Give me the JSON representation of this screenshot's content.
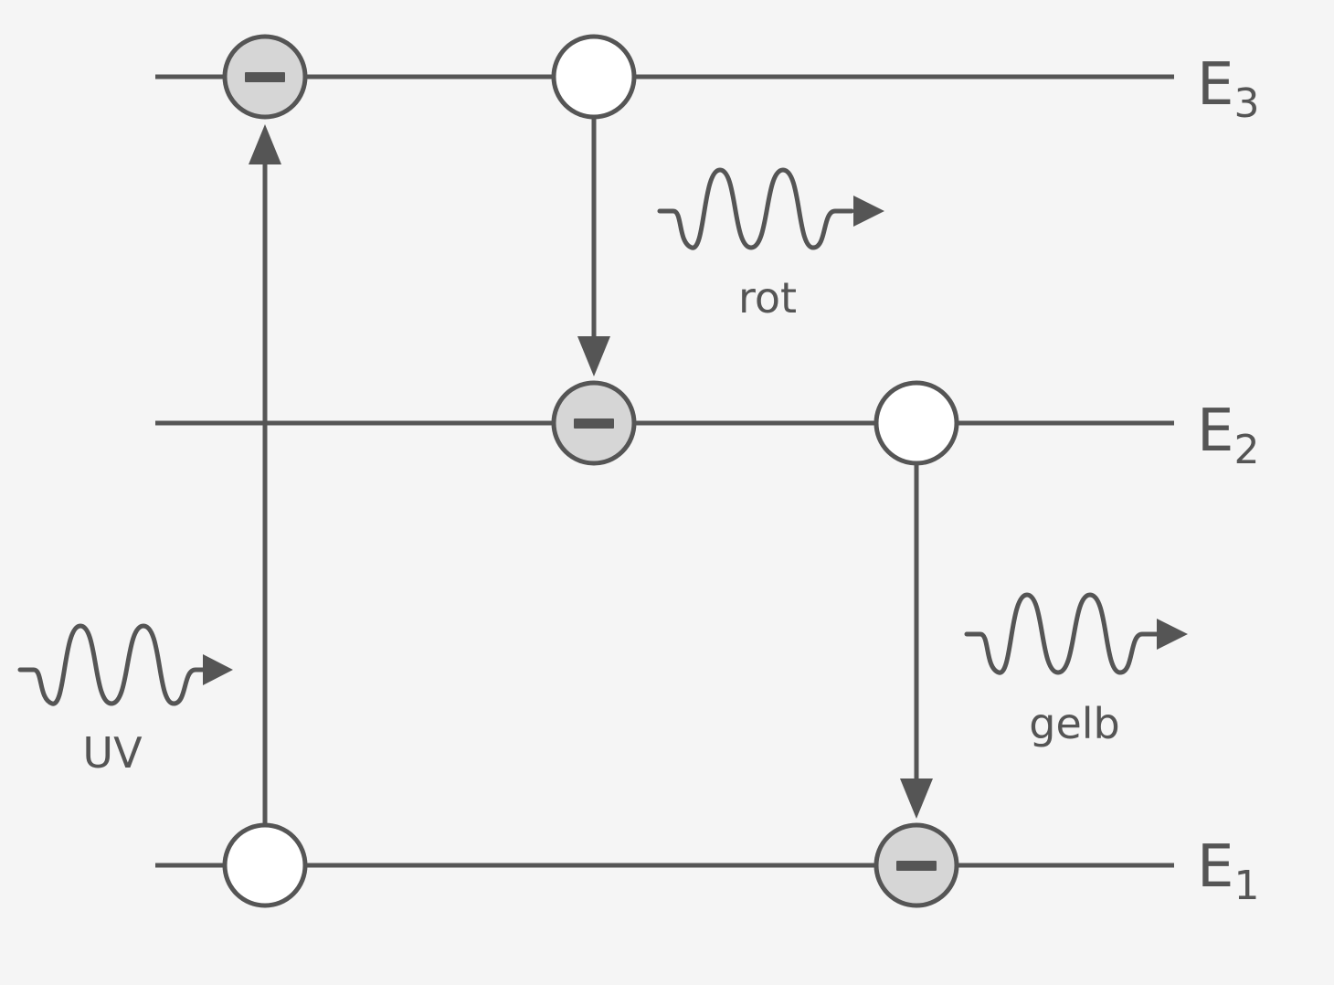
{
  "colors": {
    "background": "#f5f5f5",
    "stroke": "#555555",
    "occupied_fill": "#d6d6d6",
    "empty_fill": "#ffffff"
  },
  "levels": {
    "e3": {
      "letter": "E",
      "sub": "3"
    },
    "e2": {
      "letter": "E",
      "sub": "2"
    },
    "e1": {
      "letter": "E",
      "sub": "1"
    }
  },
  "photons": {
    "uv": {
      "label": "UV",
      "direction": "incoming"
    },
    "red": {
      "label": "rot",
      "direction": "emitted"
    },
    "yellow": {
      "label": "gelb",
      "direction": "emitted"
    }
  },
  "transitions": [
    {
      "from": "E1",
      "to": "E3",
      "photon": "UV",
      "type": "absorption"
    },
    {
      "from": "E3",
      "to": "E2",
      "photon": "rot",
      "type": "emission"
    },
    {
      "from": "E2",
      "to": "E1",
      "photon": "gelb",
      "type": "emission"
    }
  ],
  "states": [
    {
      "level": "E3",
      "occupied": true,
      "symbol": "minus"
    },
    {
      "level": "E3",
      "occupied": false
    },
    {
      "level": "E2",
      "occupied": true,
      "symbol": "minus"
    },
    {
      "level": "E2",
      "occupied": false
    },
    {
      "level": "E1",
      "occupied": false
    },
    {
      "level": "E1",
      "occupied": true,
      "symbol": "minus"
    }
  ]
}
